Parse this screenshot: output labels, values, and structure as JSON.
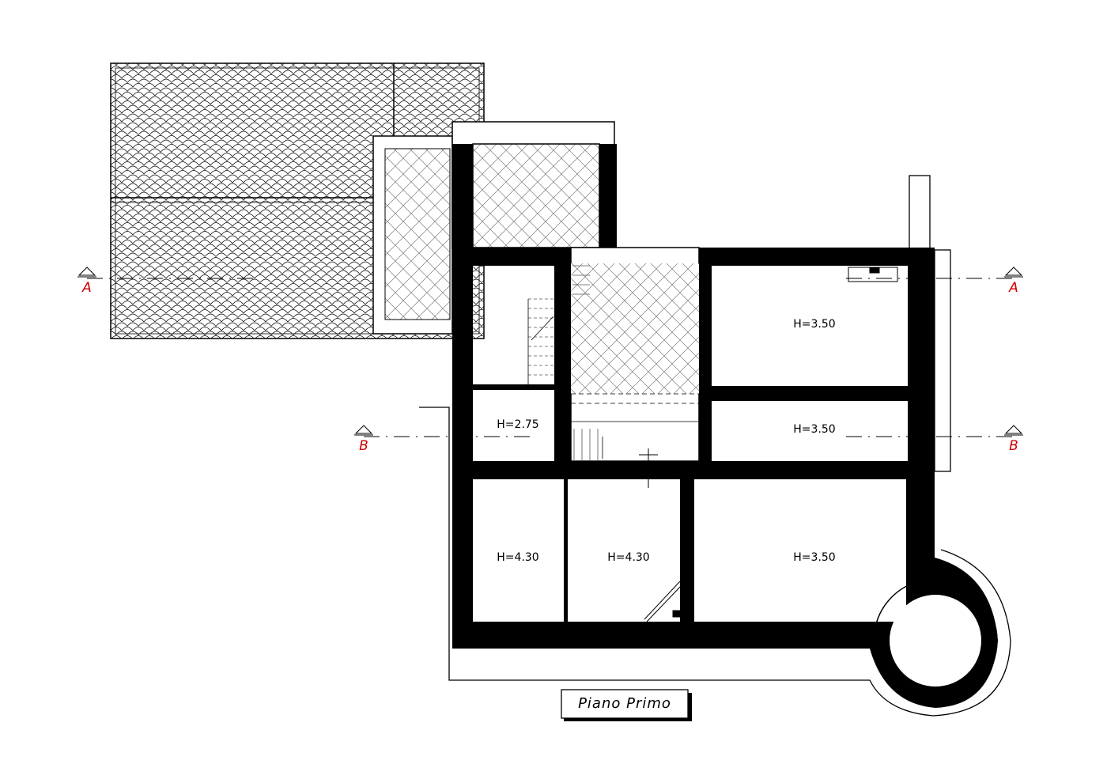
{
  "drawing": {
    "title": "Piano Primo",
    "section_marks": [
      "A",
      "A",
      "B",
      "B"
    ],
    "rooms": [
      {
        "id": "room-east-north",
        "label": "H=3.50"
      },
      {
        "id": "room-east-middle",
        "label": "H=3.50"
      },
      {
        "id": "room-west-small",
        "label": "H=2.75"
      },
      {
        "id": "room-southwest",
        "label": "H=4.30"
      },
      {
        "id": "room-south-center",
        "label": "H=4.30"
      },
      {
        "id": "room-southeast",
        "label": "H=3.50"
      }
    ]
  }
}
